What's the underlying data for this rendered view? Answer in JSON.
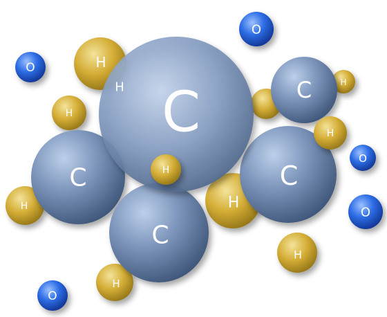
{
  "atoms": {
    "carbon": "C",
    "hydrogen": "H",
    "oxygen": "O"
  },
  "colors": {
    "carbon": "#6f87ad",
    "hydrogen": "#d6b23a",
    "oxygen": "#1f5fd8",
    "background": "#ffffff"
  }
}
